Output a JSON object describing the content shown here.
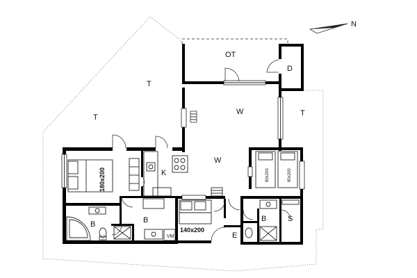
{
  "compass": {
    "label": "N"
  },
  "rooms": {
    "terrace_north": "T",
    "terrace_west": "T",
    "terrace_east": "T",
    "outdoor_terrace": "OT",
    "storage": "D",
    "living_upper": "W",
    "living_main": "W",
    "kitchen": "K",
    "bath_master": "B",
    "bath_hall": "B",
    "bath_right": "B",
    "sauna": "S",
    "entrance": "E"
  },
  "furniture": {
    "bed_master": "180x200",
    "bed_second": "140x200",
    "bed_twin_left": "80x200",
    "bed_twin_right": "80x200",
    "washing_machine": "VM"
  }
}
